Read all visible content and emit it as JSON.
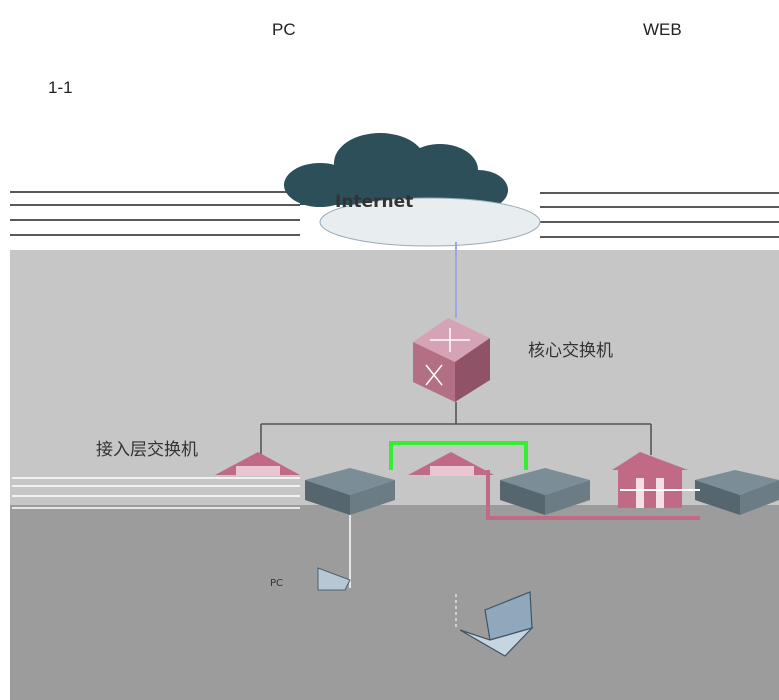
{
  "header": {
    "left_label": "PC",
    "right_label": "WEB",
    "figure_number": "1-1"
  },
  "diagram": {
    "cloud_label": "Internet",
    "core_switch_label": "核心交换机",
    "access_layer_label": "接入层交换机",
    "pc_label": "PC",
    "colors": {
      "background_top": "#c6c6c6",
      "background_bottom": "#9c9c9c",
      "cloud": "#2d4f5a",
      "core_switch": "#b36f84",
      "access_switch": "#c06a86",
      "link_highlight": "#33ee33",
      "line": "#555555"
    },
    "icons": [
      "cloud-icon",
      "core-switch-icon",
      "access-switch-icon",
      "pc-icon",
      "laptop-icon"
    ]
  }
}
